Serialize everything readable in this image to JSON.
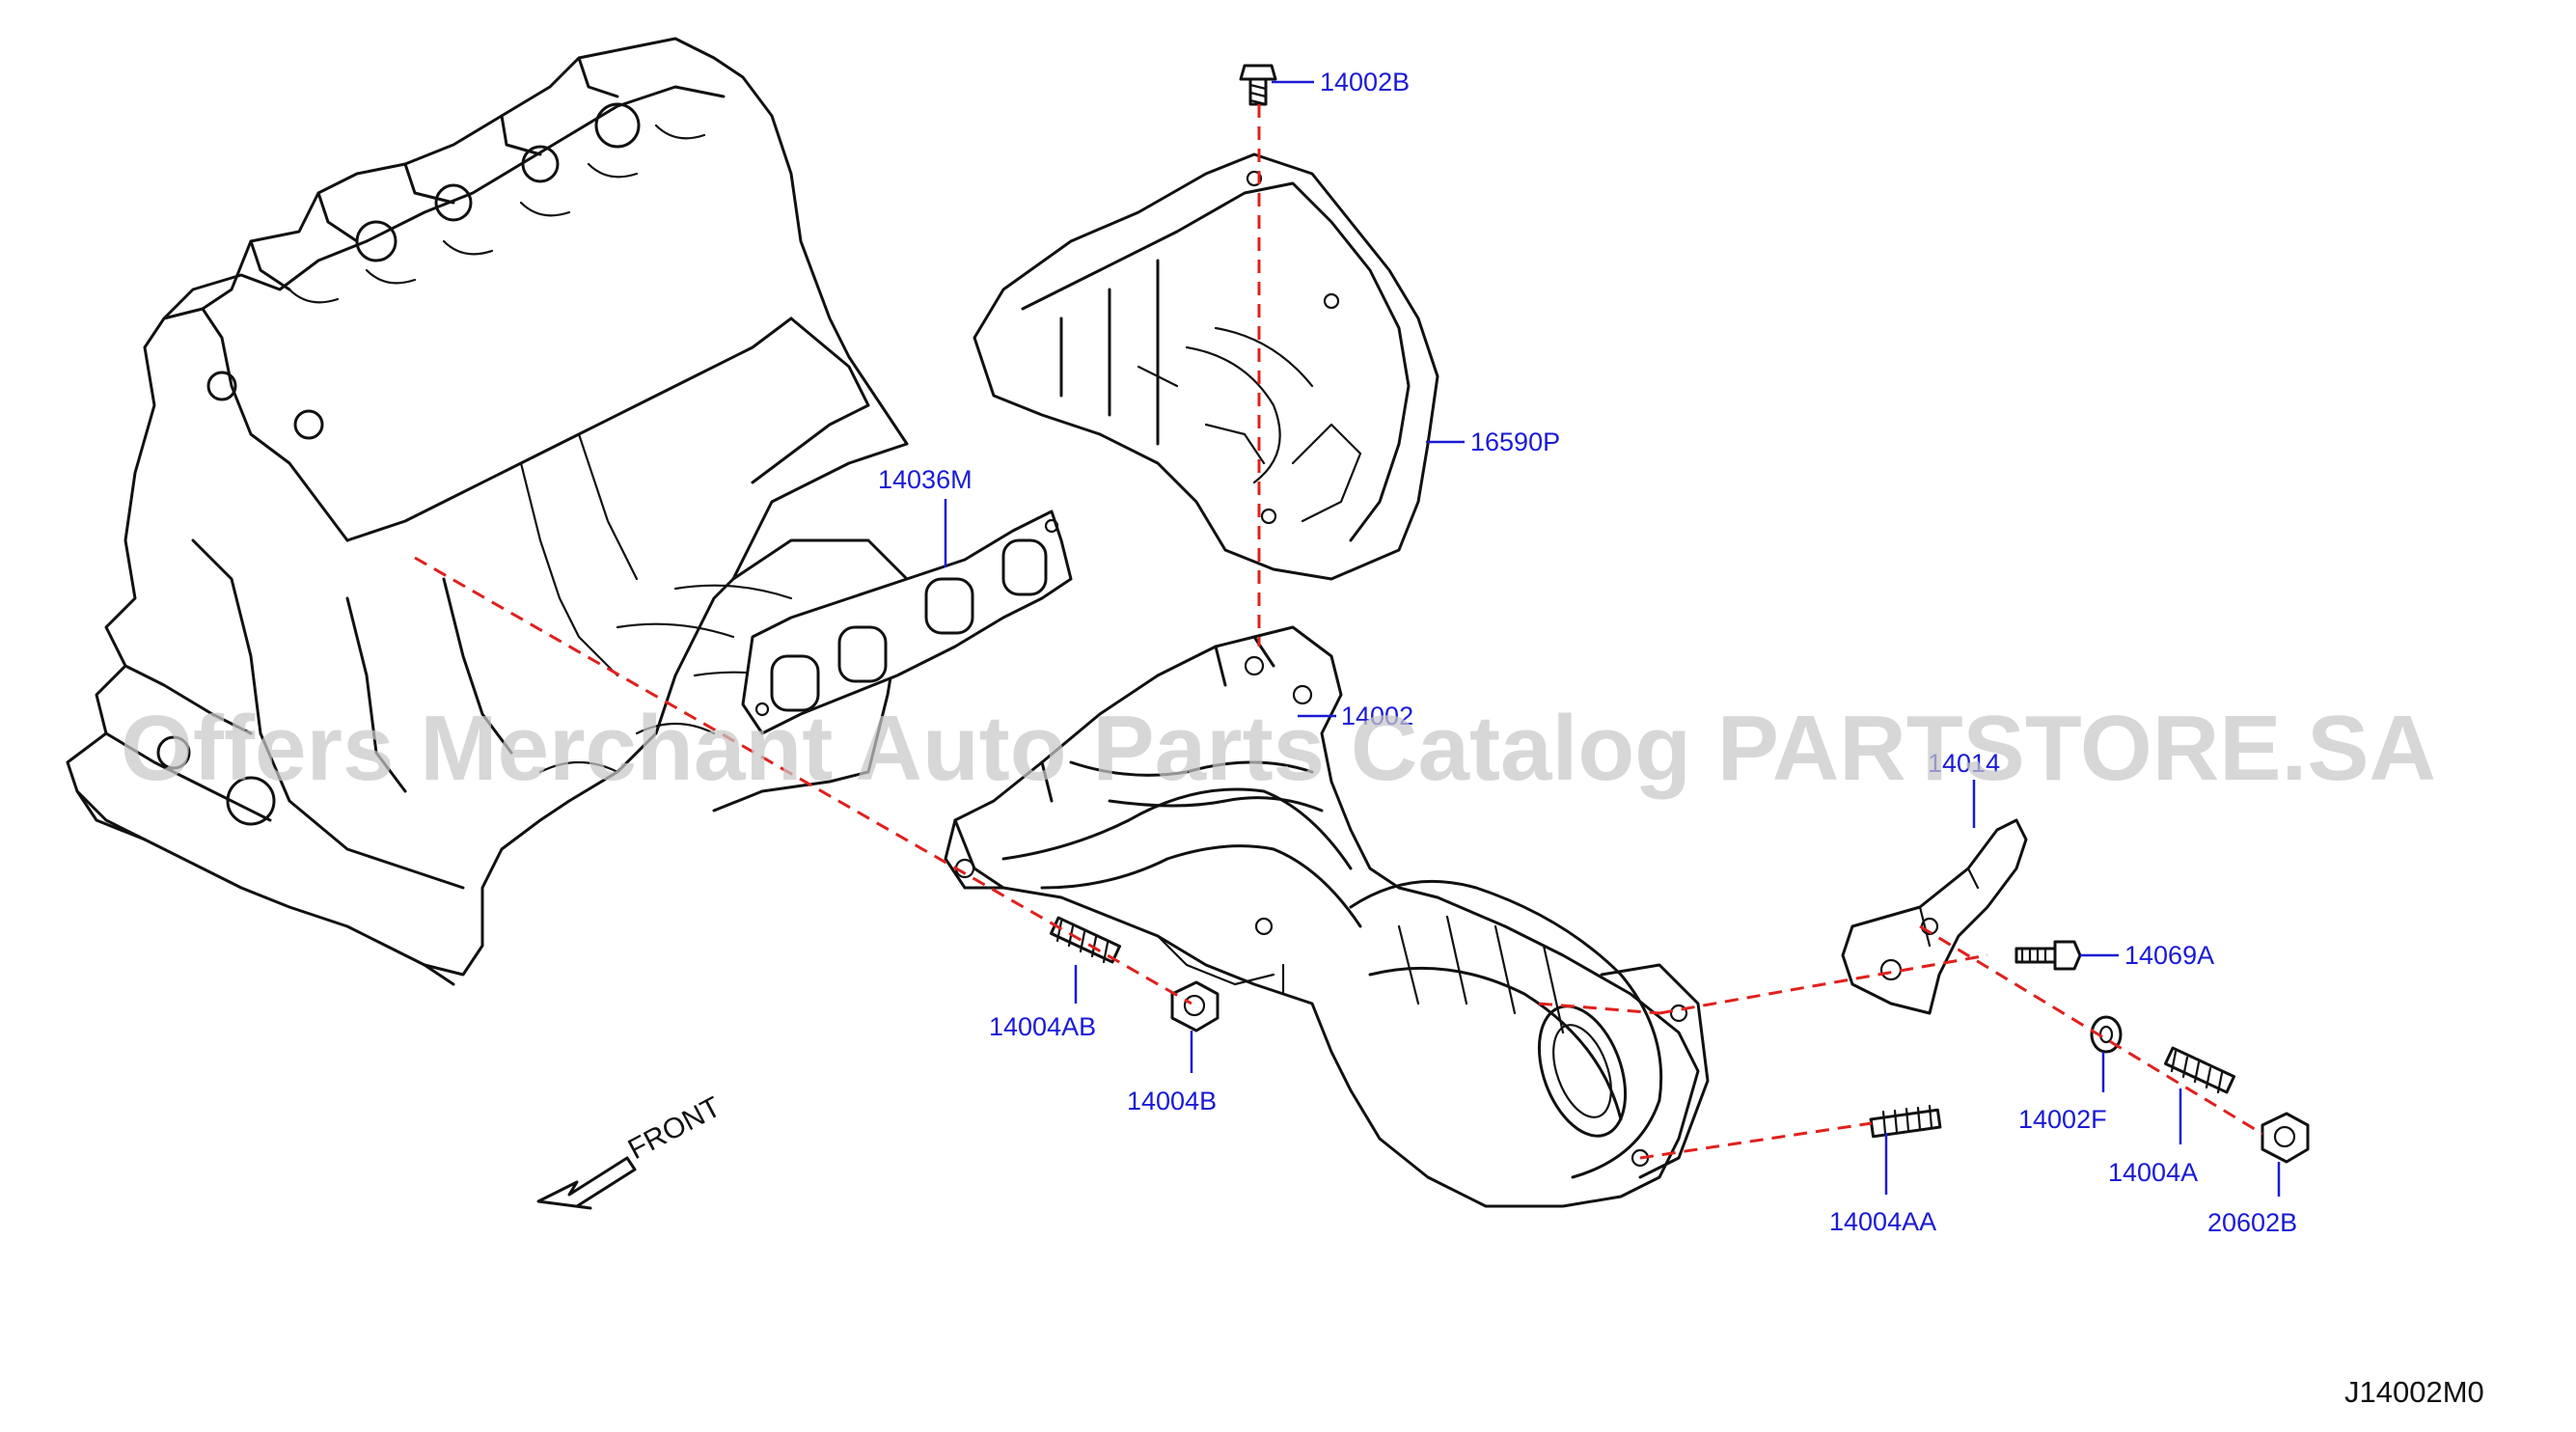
{
  "colors": {
    "label": "#1a1ad6",
    "line_art": "#111111",
    "assembly_line": "#e0201c",
    "watermark": "#c8c8c8",
    "background": "#ffffff"
  },
  "watermark": "Offers Merchant Auto Parts Catalog PARTSTORE.SA",
  "diagram_code": "J14002M0",
  "front_indicator": {
    "label": "FRONT",
    "icon": "arrow-down-left-icon"
  },
  "parts": [
    {
      "code": "14002B"
    },
    {
      "code": "16590P"
    },
    {
      "code": "14036M"
    },
    {
      "code": "14002"
    },
    {
      "code": "14014"
    },
    {
      "code": "14069A"
    },
    {
      "code": "14004AB"
    },
    {
      "code": "14004B"
    },
    {
      "code": "14002F"
    },
    {
      "code": "14004A"
    },
    {
      "code": "20602B"
    },
    {
      "code": "14004AA"
    }
  ]
}
